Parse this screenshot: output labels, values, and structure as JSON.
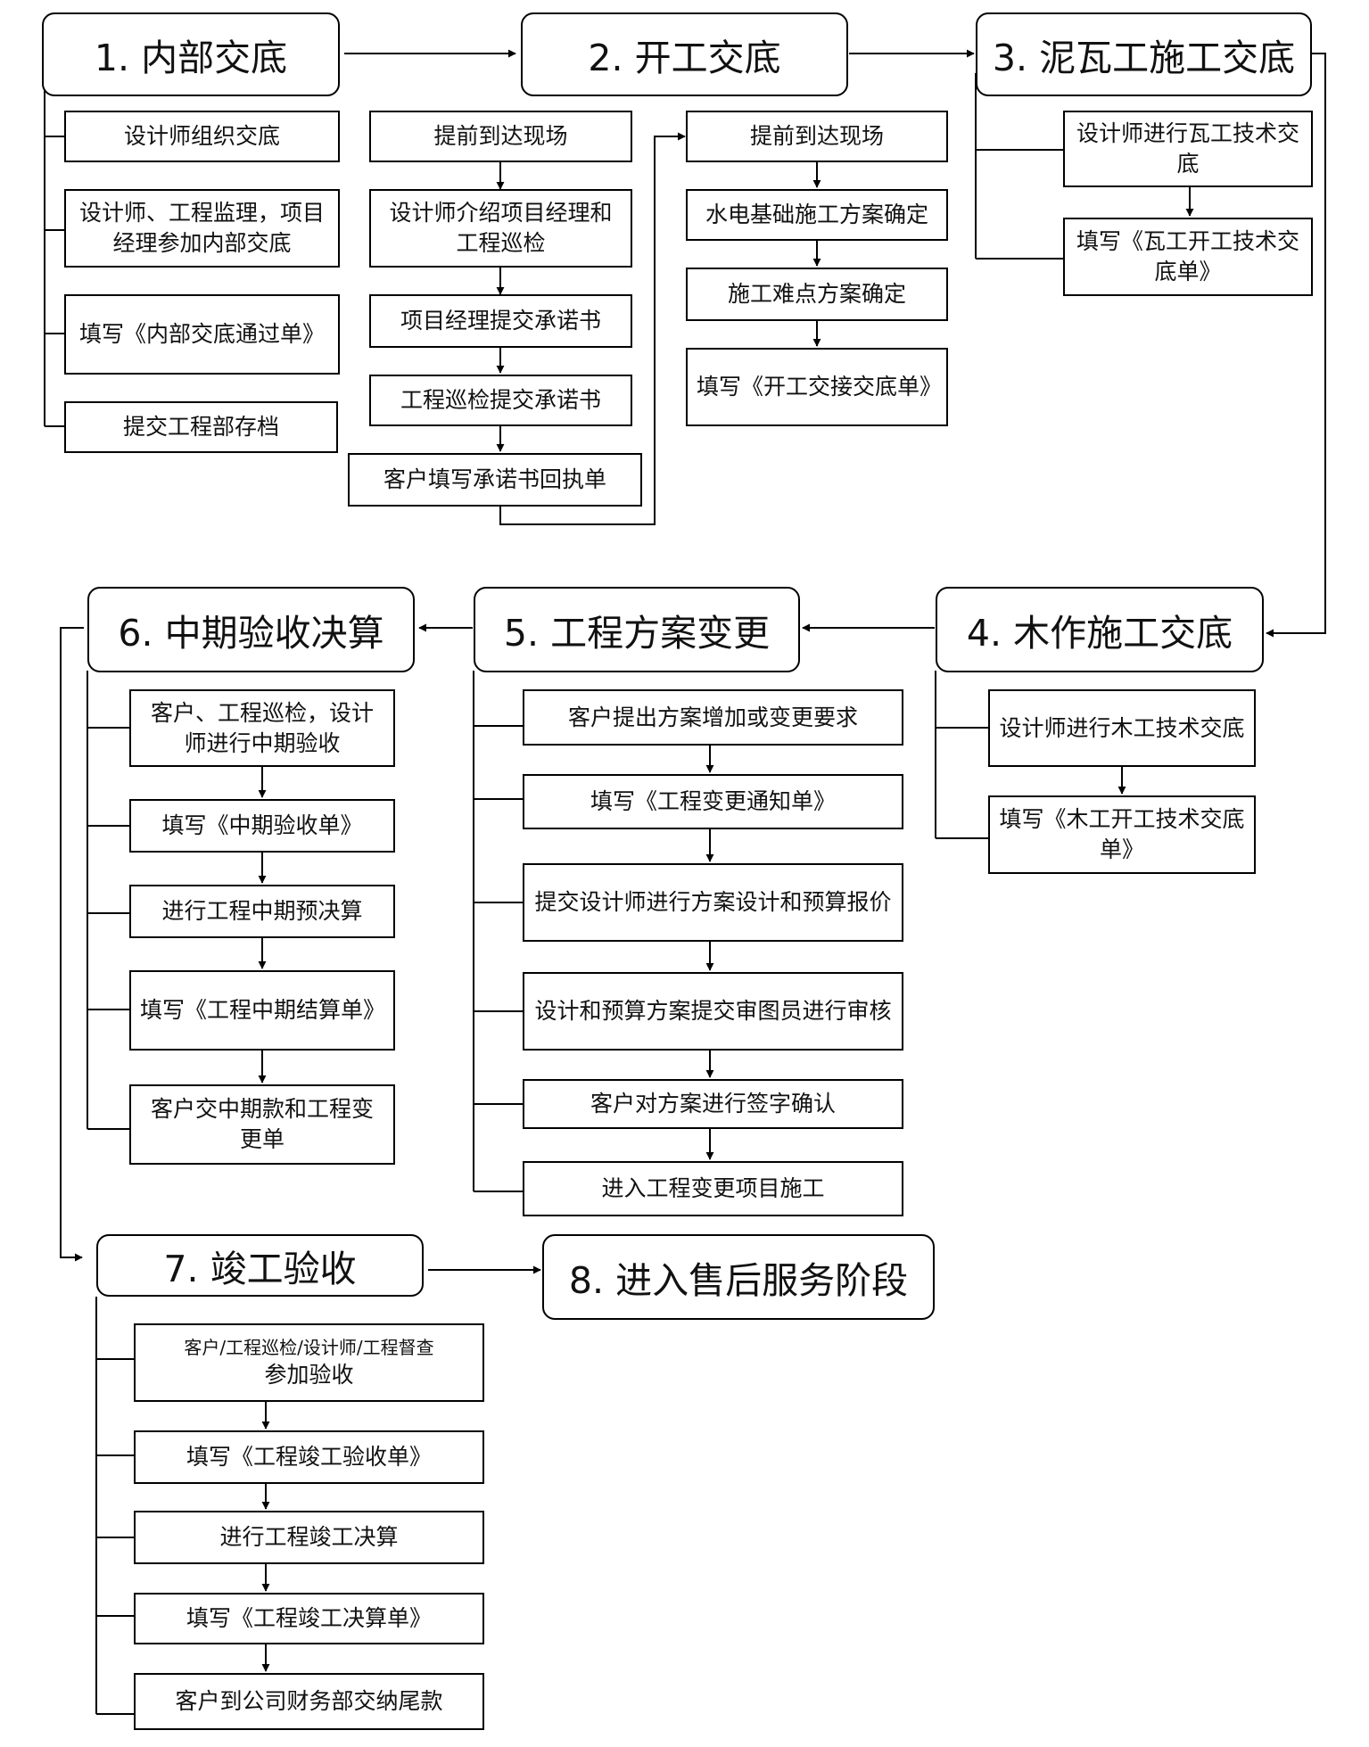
{
  "stages": {
    "s1": "1. 内部交底",
    "s2": "2. 开工交底",
    "s3": "3. 泥瓦工施工交底",
    "s4": "4. 木作施工交底",
    "s5": "5. 工程方案变更",
    "s6": "6. 中期验收决算",
    "s7": "7. 竣工验收",
    "s8": "8. 进入售后服务阶段"
  },
  "internal": [
    "设计师组织交底",
    "设计师、工程监理，项目经理参加内部交底",
    "填写《内部交底通过单》",
    "提交工程部存档"
  ],
  "kickoff_a": [
    "提前到达现场",
    "设计师介绍项目经理和工程巡检",
    "项目经理提交承诺书",
    "工程巡检提交承诺书",
    "客户填写承诺书回执单"
  ],
  "kickoff_b": [
    "提前到达现场",
    "水电基础施工方案确定",
    "施工难点方案确定",
    "填写《开工交接交底单》"
  ],
  "tile": [
    "设计师进行瓦工技术交底",
    "填写《瓦工开工技术交底单》"
  ],
  "wood": [
    "设计师进行木工技术交底",
    "填写《木工开工技术交底单》"
  ],
  "change": [
    "客户提出方案增加或变更要求",
    "填写《工程变更通知单》",
    "提交设计师进行方案设计和预算报价",
    "设计和预算方案提交审图员进行审核",
    "客户对方案进行签字确认",
    "进入工程变更项目施工"
  ],
  "midterm": [
    "客户、工程巡检，设计师进行中期验收",
    "填写《中期验收单》",
    "进行工程中期预决算",
    "填写《工程中期结算单》",
    "客户交中期款和工程变更单"
  ],
  "completion": {
    "first_line1": "客户/工程巡检/设计师/工程督查",
    "first_line2": "参加验收",
    "rest": [
      "填写《工程竣工验收单》",
      "进行工程竣工决算",
      "填写《工程竣工决算单》",
      "客户到公司财务部交纳尾款"
    ]
  }
}
